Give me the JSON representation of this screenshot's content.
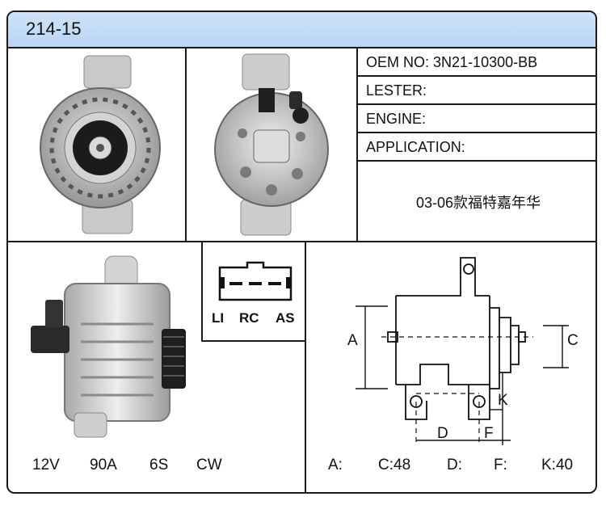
{
  "header": {
    "part_number": "214-15"
  },
  "info": {
    "oem_label": "OEM NO:",
    "oem_value": "3N21-10300-BB",
    "lester_label": "LESTER:",
    "engine_label": "ENGINE:",
    "application_label": "APPLICATION:",
    "application_value": "03-06款福特嘉年华"
  },
  "connector": {
    "pins": [
      "LI",
      "RC",
      "AS"
    ]
  },
  "specs": {
    "voltage": "12V",
    "current": "90A",
    "pulley": "6S",
    "rotation": "CW"
  },
  "dimensions": {
    "labels": {
      "a": "A",
      "c": "C",
      "d": "D",
      "f": "F",
      "k": "K"
    },
    "values": {
      "a": "A:",
      "c": "C:48",
      "d": "D:",
      "f": "F:",
      "k": "K:40"
    }
  },
  "colors": {
    "header_bg": "#c4dcf6",
    "border": "#1a1a1a"
  }
}
